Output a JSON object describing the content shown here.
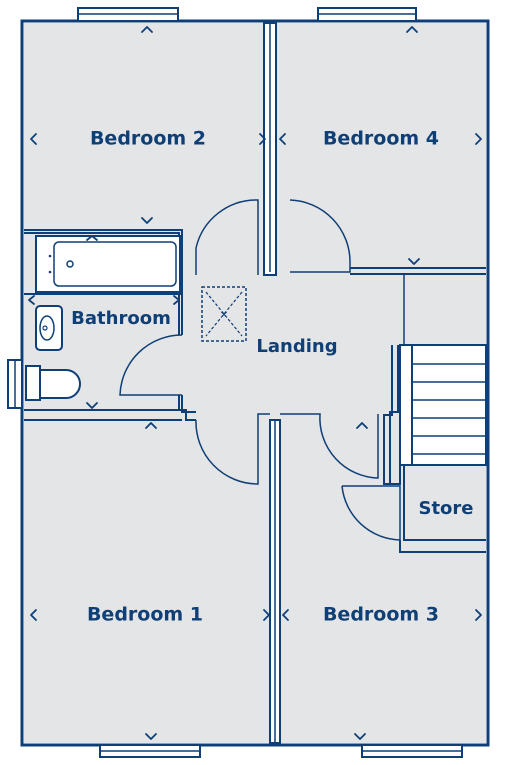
{
  "plan": {
    "rooms": {
      "bedroom_2": "Bedroom 2",
      "bedroom_4": "Bedroom 4",
      "bathroom": "Bathroom",
      "landing": "Landing",
      "store": "Store",
      "bedroom_1": "Bedroom 1",
      "bedroom_3": "Bedroom 3"
    },
    "colors": {
      "line": "#0f3f77",
      "floor": "#e4e5e6",
      "background": "#ffffff"
    },
    "icons": [
      "loft-hatch-icon",
      "bath-icon",
      "sink-icon",
      "toilet-icon",
      "staircase-icon",
      "window-icon",
      "door-swing-icon",
      "dimension-arrow-icon"
    ]
  }
}
